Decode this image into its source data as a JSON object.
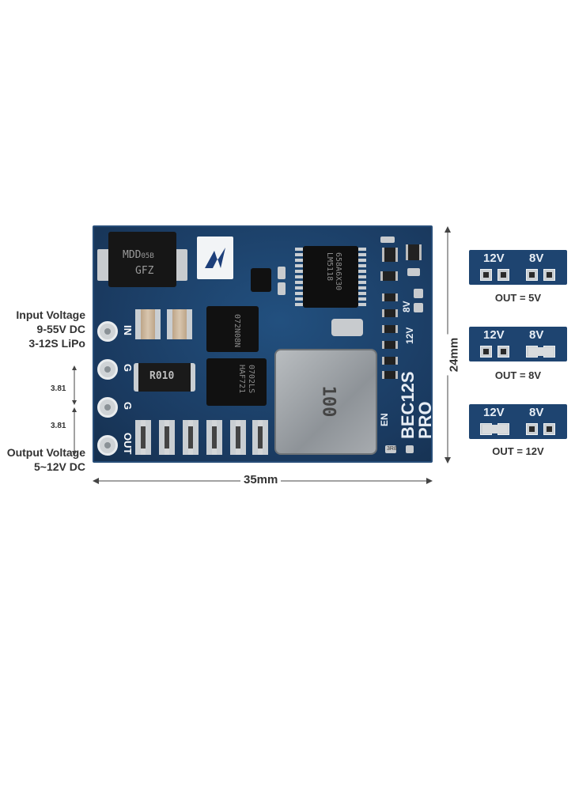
{
  "left_labels": {
    "input_title": "Input Voltage",
    "input_range": "9-55V DC",
    "input_cells": "3-12S LiPo",
    "output_title": "Output Voltage",
    "output_range": "5~12V DC",
    "pitch_1": "3.81",
    "pitch_2": "3.81"
  },
  "dimensions": {
    "width": "35mm",
    "height": "24mm"
  },
  "board": {
    "pins": [
      "IN",
      "G",
      "G",
      "OUT"
    ],
    "model_line1": "BEC12S",
    "model_line2": "PRO",
    "en_label": "EN",
    "jumper_12v": "12V",
    "jumper_8v": "8V",
    "diode_text1": "MDD",
    "diode_text2": "05B",
    "diode_text3": "GFZ",
    "resistor_text": "R010",
    "inductor_text": "100",
    "ic_text1": "658A6X30",
    "ic_text2": "LM5118",
    "mosfet1_text": "072N08N",
    "mosfet2_text": "0702LS",
    "mosfet2_text2": "HAF721",
    "small_text": "3R8"
  },
  "jumper_settings": [
    {
      "label_a": "12V",
      "label_b": "8V",
      "output": "OUT = 5V",
      "state": "none"
    },
    {
      "label_a": "12V",
      "label_b": "8V",
      "output": "OUT = 8V",
      "state": "8V"
    },
    {
      "label_a": "12V",
      "label_b": "8V",
      "output": "OUT = 12V",
      "state": "12V"
    }
  ],
  "colors": {
    "pcb": "#1c3d64",
    "silkscreen": "#e8eef5",
    "pad": "#cfd3d6"
  }
}
